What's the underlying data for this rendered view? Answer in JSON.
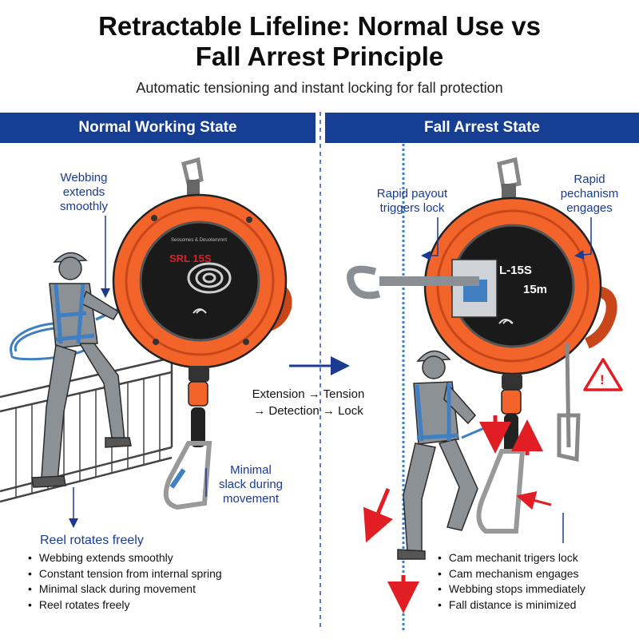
{
  "header": {
    "title_line1": "Retractable Lifeline: Normal Use vs",
    "title_line2": "Fall Arrest Principle",
    "subtitle": "Automatic tensioning and instant locking for fall protection"
  },
  "left_panel": {
    "heading": "Normal Working State",
    "callout_webbing": [
      "Webbing",
      "extends",
      "smoothly"
    ],
    "device_label": "SRL 15S",
    "device_small_text": "Seosomes & Deuotemmnt",
    "callout_slack": [
      "Minimal",
      "slack during",
      "movement"
    ],
    "callout_reel": "Reel rotates freely",
    "bullets": [
      "Webbing extends smoothly",
      "Constant tension from internal spring",
      "Minimal slack during movement",
      "Reel rotates freely"
    ]
  },
  "middle": {
    "process_line1": "Extension → Tension",
    "process_line2": "→ Detection → Lock"
  },
  "right_panel": {
    "heading": "Fall Arrest State",
    "callout_payout": [
      "Rapid payout",
      "triggers lock"
    ],
    "callout_mechanism": [
      "Rapid",
      "pechanism",
      "engages"
    ],
    "device_label": "L-15S",
    "device_length": "15m",
    "warning_symbol": "!",
    "bullets": [
      "Cam mechanit trigers lock",
      "Cam mechanism engages",
      "Webbing stops immediately",
      "Fall distance is minimized"
    ]
  },
  "colors": {
    "band_blue": "#163e93",
    "device_orange": "#f2642a",
    "device_orange_dark": "#c9461a",
    "label_blue": "#1a3b8f",
    "arrow_red": "#e01e24",
    "worker_gray": "#8c9196",
    "harness_blue": "#3f7fc2"
  }
}
